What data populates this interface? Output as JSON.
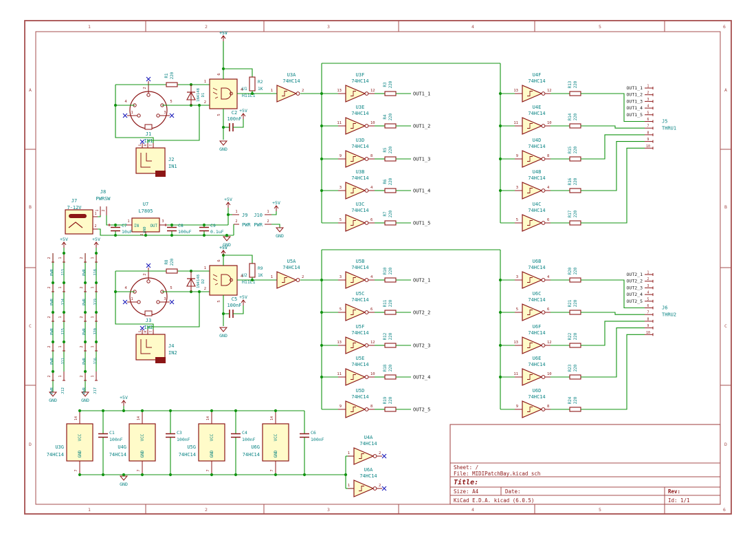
{
  "colors": {
    "wire": "#129312",
    "component": "#8c1616",
    "reference": "#0a8484",
    "fill": "#fffbc9",
    "frame": "#a64d4d",
    "label": "#1c1c1c",
    "no_connect": "#2222bb",
    "white": "#ffffff"
  },
  "net_labels": {
    "vcc": "+5V",
    "gnd": "GND"
  },
  "frame": {
    "cols": [
      "1",
      "2",
      "3",
      "4",
      "5",
      "6"
    ],
    "rows": [
      "A",
      "B",
      "C",
      "D"
    ]
  },
  "title_block": {
    "sheet": "Sheet: /",
    "file": "File: MIDIPatchBay.kicad_sch",
    "title": "Title:",
    "size": "Size: A4",
    "date": "Date:",
    "rev": "Rev:",
    "generator": "KiCad E.D.A.  kicad (6.0.5)",
    "id": "Id: 1/1"
  },
  "sections": [
    {
      "din": {
        "ref": "J1",
        "value": "IN1",
        "pins": [
          "4",
          "5",
          "2",
          "1",
          "3"
        ]
      },
      "jack": {
        "ref": "J2",
        "value": "IN1",
        "pin_names": [
          "S",
          "R",
          "T"
        ]
      },
      "r_in": {
        "ref": "R1",
        "value": "220"
      },
      "diode": {
        "ref": "D1",
        "value": "1N4148"
      },
      "opto": {
        "ref": "U1",
        "value": "H11L1",
        "pins": [
          "1",
          "2",
          "4",
          "5",
          "6"
        ]
      },
      "r_pullup": {
        "ref": "R2",
        "value": "1K"
      },
      "cap": {
        "ref": "C2",
        "value": "100nF"
      },
      "buf": {
        "ref": "U3A",
        "value": "74HC14",
        "pin_in": "1",
        "pin_out": "2"
      },
      "drivers": [
        {
          "ref": "U3F",
          "value": "74HC14",
          "pin_in": "13",
          "pin_out": "12",
          "res_ref": "R3",
          "res_value": "220",
          "out_label": "OUT1_1"
        },
        {
          "ref": "U3E",
          "value": "74HC14",
          "pin_in": "11",
          "pin_out": "10",
          "res_ref": "R4",
          "res_value": "220",
          "out_label": "OUT1_2"
        },
        {
          "ref": "U3D",
          "value": "74HC14",
          "pin_in": "9",
          "pin_out": "8",
          "res_ref": "R5",
          "res_value": "220",
          "out_label": "OUT1_3"
        },
        {
          "ref": "U3B",
          "value": "74HC14",
          "pin_in": "3",
          "pin_out": "4",
          "res_ref": "R6",
          "res_value": "220",
          "out_label": "OUT1_4"
        },
        {
          "ref": "U3C",
          "value": "74HC14",
          "pin_in": "5",
          "pin_out": "6",
          "res_ref": "R7",
          "res_value": "220",
          "out_label": "OUT1_5"
        }
      ],
      "thru": [
        {
          "ref": "U4F",
          "value": "74HC14",
          "pin_in": "13",
          "pin_out": "12",
          "res_ref": "R13",
          "res_value": "220"
        },
        {
          "ref": "U4E",
          "value": "74HC14",
          "pin_in": "11",
          "pin_out": "10",
          "res_ref": "R14",
          "res_value": "220"
        },
        {
          "ref": "U4D",
          "value": "74HC14",
          "pin_in": "9",
          "pin_out": "8",
          "res_ref": "R15",
          "res_value": "220"
        },
        {
          "ref": "U4B",
          "value": "74HC14",
          "pin_in": "3",
          "pin_out": "4",
          "res_ref": "R16",
          "res_value": "220"
        },
        {
          "ref": "U4C",
          "value": "74HC14",
          "pin_in": "5",
          "pin_out": "6",
          "res_ref": "R17",
          "res_value": "220"
        }
      ],
      "conn": {
        "ref": "J5",
        "value": "THRU1",
        "pins": [
          "1",
          "2",
          "3",
          "4",
          "5",
          "6",
          "7",
          "8",
          "9",
          "10"
        ],
        "labels": [
          "OUT1_1",
          "OUT1_2",
          "OUT1_3",
          "OUT1_4",
          "OUT1_5"
        ]
      }
    },
    {
      "din": {
        "ref": "J3",
        "value": "IN2",
        "pins": [
          "4",
          "5",
          "2",
          "1",
          "3"
        ]
      },
      "jack": {
        "ref": "J4",
        "value": "IN2",
        "pin_names": [
          "S",
          "R",
          "T"
        ]
      },
      "r_in": {
        "ref": "R8",
        "value": "220"
      },
      "diode": {
        "ref": "D2",
        "value": "1N4148"
      },
      "opto": {
        "ref": "U2",
        "value": "H11L1",
        "pins": [
          "1",
          "2",
          "4",
          "5",
          "6"
        ]
      },
      "r_pullup": {
        "ref": "R9",
        "value": "1K"
      },
      "cap": {
        "ref": "C5",
        "value": "100nF"
      },
      "buf": {
        "ref": "U5A",
        "value": "74HC14",
        "pin_in": "1",
        "pin_out": "2"
      },
      "drivers": [
        {
          "ref": "U5B",
          "value": "74HC14",
          "pin_in": "3",
          "pin_out": "4",
          "res_ref": "R10",
          "res_value": "220",
          "out_label": "OUT2_1"
        },
        {
          "ref": "U5C",
          "value": "74HC14",
          "pin_in": "5",
          "pin_out": "6",
          "res_ref": "R11",
          "res_value": "220",
          "out_label": "OUT2_2"
        },
        {
          "ref": "U5F",
          "value": "74HC14",
          "pin_in": "13",
          "pin_out": "12",
          "res_ref": "R12",
          "res_value": "220",
          "out_label": "OUT2_3"
        },
        {
          "ref": "U5E",
          "value": "74HC14",
          "pin_in": "11",
          "pin_out": "10",
          "res_ref": "R18",
          "res_value": "220",
          "out_label": "OUT2_4"
        },
        {
          "ref": "U5D",
          "value": "74HC14",
          "pin_in": "9",
          "pin_out": "8",
          "res_ref": "R19",
          "res_value": "220",
          "out_label": "OUT2_5"
        }
      ],
      "thru": [
        {
          "ref": "U6B",
          "value": "74HC14",
          "pin_in": "3",
          "pin_out": "4",
          "res_ref": "R20",
          "res_value": "220"
        },
        {
          "ref": "U6C",
          "value": "74HC14",
          "pin_in": "5",
          "pin_out": "6",
          "res_ref": "R21",
          "res_value": "220"
        },
        {
          "ref": "U6F",
          "value": "74HC14",
          "pin_in": "13",
          "pin_out": "12",
          "res_ref": "R22",
          "res_value": "220"
        },
        {
          "ref": "U6E",
          "value": "74HC14",
          "pin_in": "11",
          "pin_out": "10",
          "res_ref": "R23",
          "res_value": "220"
        },
        {
          "ref": "U6D",
          "value": "74HC14",
          "pin_in": "9",
          "pin_out": "8",
          "res_ref": "R24",
          "res_value": "220"
        }
      ],
      "conn": {
        "ref": "J6",
        "value": "THRU2",
        "pins": [
          "1",
          "2",
          "3",
          "4",
          "5",
          "6",
          "7",
          "8",
          "9",
          "10"
        ],
        "labels": [
          "OUT2_1",
          "OUT2_2",
          "OUT2_3",
          "OUT2_4",
          "OUT2_5"
        ]
      }
    }
  ],
  "power": {
    "jack": {
      "ref": "J7",
      "value": "7-12V",
      "pins": [
        "1",
        "2"
      ]
    },
    "sw": {
      "ref": "J8",
      "value": "PWRSW",
      "pins": [
        "1",
        "2"
      ]
    },
    "reg": {
      "ref": "U7",
      "value": "L7805",
      "pins": [
        "1",
        "2",
        "3"
      ],
      "names": [
        "IN",
        "GND",
        "OUT"
      ]
    },
    "caps": [
      {
        "ref": "C7",
        "value": "10uF"
      },
      {
        "ref": "C8",
        "value": "100uF"
      },
      {
        "ref": "C9",
        "value": "0.1uF"
      }
    ],
    "aux": [
      {
        "ref": "J9",
        "value": "PWR",
        "pins": [
          "1",
          "2"
        ]
      },
      {
        "ref": "J10",
        "value": "PWR",
        "pins": [
          "1",
          "2"
        ]
      }
    ]
  },
  "pwr_bank": {
    "value": "PWR",
    "pin_numbers": [
      "2",
      "1"
    ],
    "columns": [
      [
        "J13",
        "J14",
        "J15",
        "J11",
        "J12"
      ],
      [
        "J18",
        "J19",
        "J20",
        "J16",
        "J17"
      ]
    ]
  },
  "bypass": {
    "pin_top": "14",
    "pin_bottom": "7",
    "vcc_name": "VCC",
    "gnd_name": "GND",
    "ics": [
      {
        "ref": "U3G",
        "value": "74HC14"
      },
      {
        "ref": "U4G",
        "value": "74HC14"
      },
      {
        "ref": "U5G",
        "value": "74HC14"
      },
      {
        "ref": "U6G",
        "value": "74HC14"
      }
    ],
    "caps": [
      {
        "ref": "C1",
        "value": "100nF"
      },
      {
        "ref": "C3",
        "value": "100nF"
      },
      {
        "ref": "C4",
        "value": "100nF"
      },
      {
        "ref": "C6",
        "value": "100nF"
      }
    ]
  },
  "spares": [
    {
      "ref": "U4A",
      "value": "74HC14",
      "pin_in": "1",
      "pin_out": "2"
    },
    {
      "ref": "U6A",
      "value": "74HC14",
      "pin_in": "1",
      "pin_out": "2"
    }
  ]
}
